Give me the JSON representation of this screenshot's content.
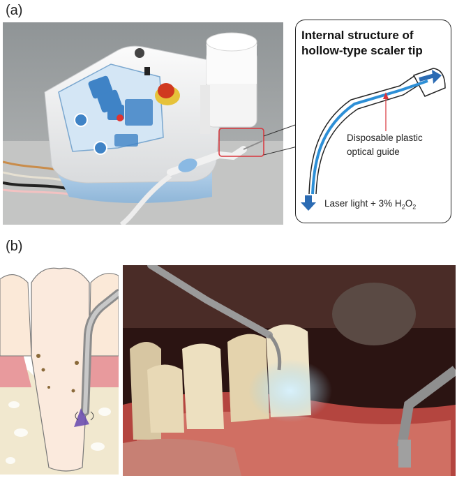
{
  "panels": {
    "a_label": "(a)",
    "b_label": "(b)"
  },
  "callout": {
    "title_line1": "Internal structure of",
    "title_line2": "hollow-type scaler tip",
    "guide_label_line1": "Disposable plastic",
    "guide_label_line2": "optical guide",
    "laser_prefix": "Laser light  + 3% H",
    "laser_sub1": "2",
    "laser_mid": "O",
    "laser_sub2": "2"
  },
  "colors": {
    "highlight_box": "#d9343b",
    "guide_blue": "#2d8fd6",
    "arrow_blue": "#2b6bb3",
    "leader_red": "#d9343b"
  }
}
